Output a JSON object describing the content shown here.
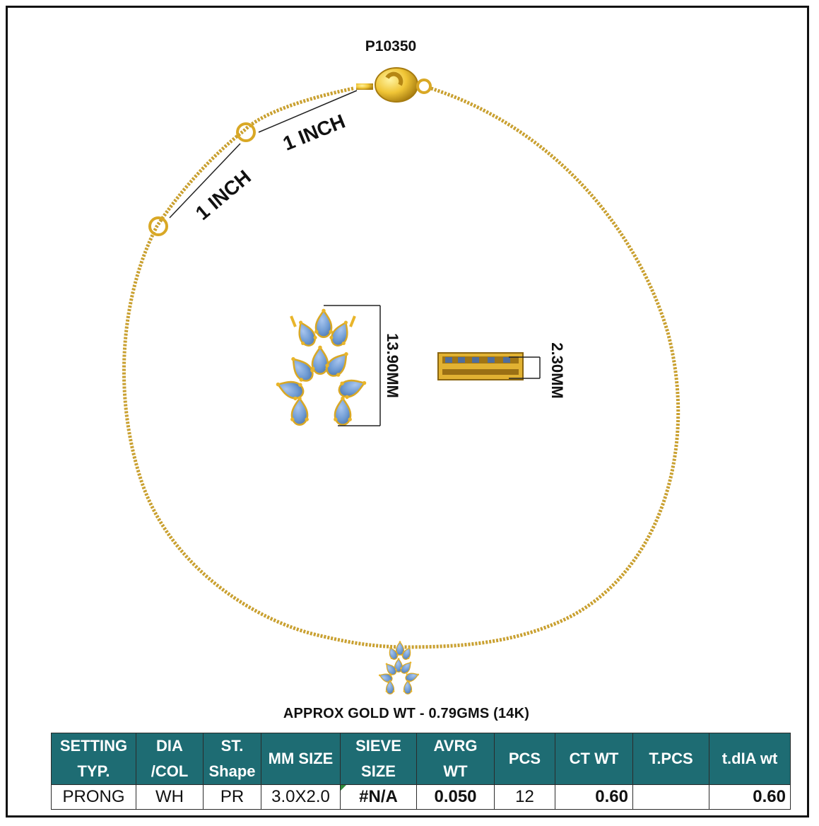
{
  "product": {
    "code": "P10350"
  },
  "dimensions": {
    "extender_1": "1 INCH",
    "extender_2": "1 INCH",
    "pendant_height": "13.90MM",
    "pendant_thickness": "2.30MM"
  },
  "gold_weight": "APPROX GOLD WT - 0.79GMS (14K)",
  "colors": {
    "gold": "#e2b232",
    "stone": "#6f9bd3",
    "table_header": "#1e6c73"
  },
  "spec_table": {
    "headers": [
      "SETTING\nTYP.",
      "DIA\n/COL",
      "ST.\nShape",
      "MM SIZE",
      "SIEVE\nSIZE",
      "AVRG\nWT",
      "PCS",
      "CT WT",
      "T.PCS",
      "t.dIA wt"
    ],
    "row": [
      "PRONG",
      "WH",
      "PR",
      "3.0X2.0",
      "#N/A",
      "0.050",
      "12",
      "0.60",
      "",
      "0.60"
    ]
  }
}
